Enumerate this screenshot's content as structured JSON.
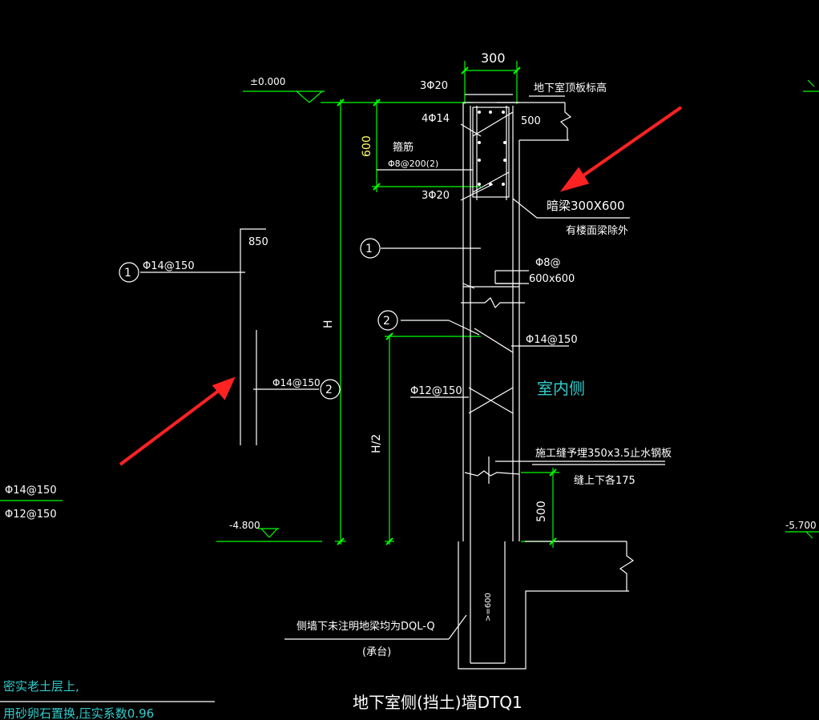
{
  "colors": {
    "background": "#000000",
    "line_white": "#ffffff",
    "line_green": "#00ff00",
    "text_yellow": "#ffff66",
    "text_cyan": "#33cccc",
    "arrow_red": "#ff2222"
  },
  "drawing": {
    "title": "地下室侧(挡土)墙DTQ1",
    "elev_top": "±0.000",
    "elev_bottom": "-4.800",
    "elev_right": "-5.700",
    "dim_width": "300",
    "dim_600": "600",
    "dim_H": "H",
    "dim_H2": "H/2",
    "dim_500": "500",
    "dim_500_right": "500",
    "dim_850": "850",
    "dim_600_pile": ">=600",
    "label_top_bars": "3Φ20",
    "label_side_bars": "4Φ14",
    "label_stirrup_title": "箍筋",
    "label_stirrup": "Φ8@200(2)",
    "label_bottom_bars": "3Φ20",
    "label_roof_elev": "地下室顶板标高",
    "label_beam": "暗梁300X600",
    "label_beam_note": "有楼面梁除外",
    "label_tie": "Φ8@",
    "label_tie_spacing": "600x600",
    "label_bar1": "Φ14@150",
    "label_bar2": "Φ12@150",
    "label_indoor": "室内侧",
    "label_waterstop": "施工缝予埋350x3.5止水钢板",
    "label_waterstop2": "缝上下各175",
    "label_ground_beam": "侧墙下未注明地梁均为DQL-Q",
    "label_pile_cap": "(承台)",
    "detail_bar1": "Φ14@150",
    "detail_bar2": "Φ14@150",
    "left_bar1": "Φ14@150",
    "left_bar2": "Φ12@150",
    "marker1": "1",
    "marker2": "2",
    "bottom_note1": "密实老土层上,",
    "bottom_note2": "用砂卵石置换,压实系数0.96"
  }
}
